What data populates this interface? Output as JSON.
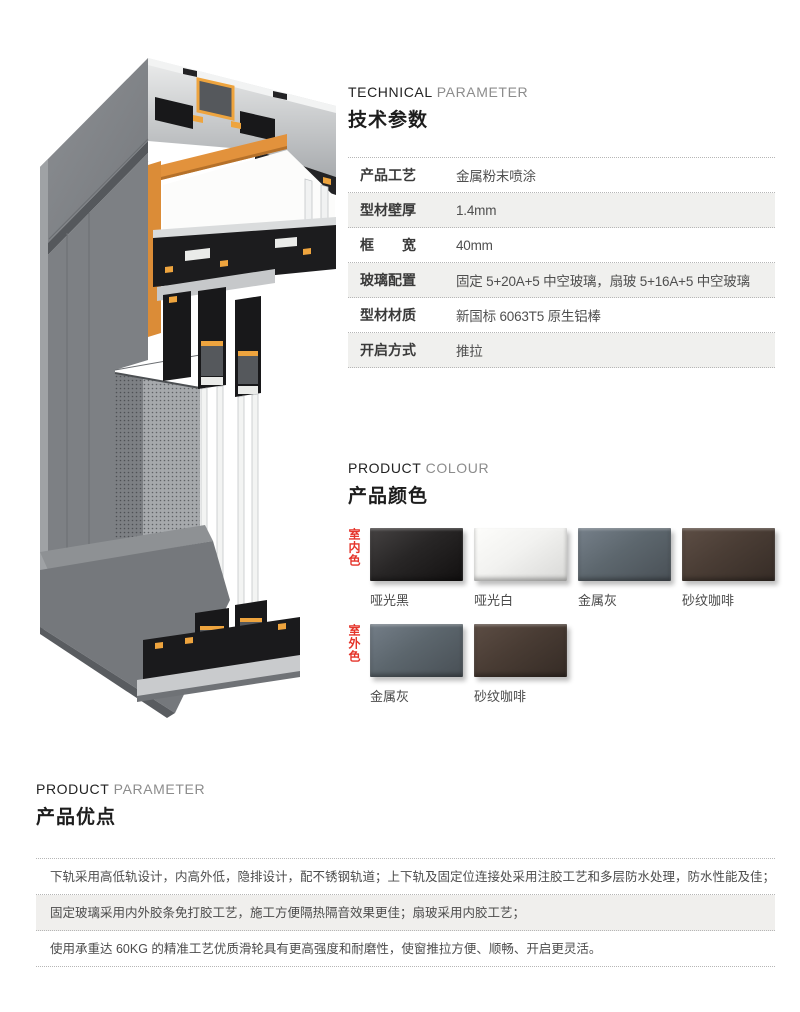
{
  "technical": {
    "heading_en_primary": "TECHNICAL",
    "heading_en_secondary": "PARAMETER",
    "heading_cn": "技术参数",
    "rows": [
      {
        "label": "产品工艺",
        "value": "金属粉末喷涂"
      },
      {
        "label": "型材壁厚",
        "value": "1.4mm"
      },
      {
        "label": "框　　宽",
        "value": "40mm"
      },
      {
        "label": "玻璃配置",
        "value": "固定 5+20A+5 中空玻璃，扇玻 5+16A+5 中空玻璃"
      },
      {
        "label": "型材材质",
        "value": "新国标 6063T5 原生铝棒"
      },
      {
        "label": "开启方式",
        "value": "推拉"
      }
    ]
  },
  "colour": {
    "heading_en_primary": "PRODUCT",
    "heading_en_secondary": "COLOUR",
    "heading_cn": "产品颜色",
    "accent_red": "#e5342a",
    "groups": [
      {
        "side_label": "室内色",
        "swatches": [
          {
            "name": "哑光黑",
            "base": "#282626",
            "light": "#454242",
            "dark": "#121010"
          },
          {
            "name": "哑光白",
            "base": "#f2f2f0",
            "light": "#fdfdfb",
            "dark": "#d9d9d7"
          },
          {
            "name": "金属灰",
            "base": "#5d676e",
            "light": "#76808a",
            "dark": "#495056"
          },
          {
            "name": "砂纹咖啡",
            "base": "#4a3d35",
            "light": "#5d4e45",
            "dark": "#362c26"
          }
        ]
      },
      {
        "side_label": "室外色",
        "swatches": [
          {
            "name": "金属灰",
            "base": "#5c666d",
            "light": "#747e88",
            "dark": "#484f55"
          },
          {
            "name": "砂纹咖啡",
            "base": "#493c34",
            "light": "#5c4d44",
            "dark": "#352b25"
          }
        ]
      }
    ]
  },
  "advantages": {
    "heading_en_primary": "PRODUCT",
    "heading_en_secondary": "PARAMETER",
    "heading_cn": "产品优点",
    "items": [
      {
        "text": "下轨采用高低轨设计，内高外低，隐排设计，配不锈钢轨道；上下轨及固定位连接处采用注胶工艺和多层防水处理，防水性能及佳；"
      },
      {
        "text": "固定玻璃采用内外胶条免打胶工艺，施工方便隔热隔音效果更佳；扇玻采用内胶工艺；"
      },
      {
        "text": "使用承重达 60KG 的精准工艺优质滑轮具有更高强度和耐磨性，使窗推拉方便、顺畅、开启更灵活。"
      }
    ]
  },
  "illustration": {
    "label": "aluminum-sliding-window-cross-section",
    "frame_gray": "#7d8084",
    "aluminum_silver": "#c9cbcd",
    "profile_black": "#1a1a1c",
    "gasket_gold": "#eea43e",
    "liner_orange": "#e2923c"
  }
}
